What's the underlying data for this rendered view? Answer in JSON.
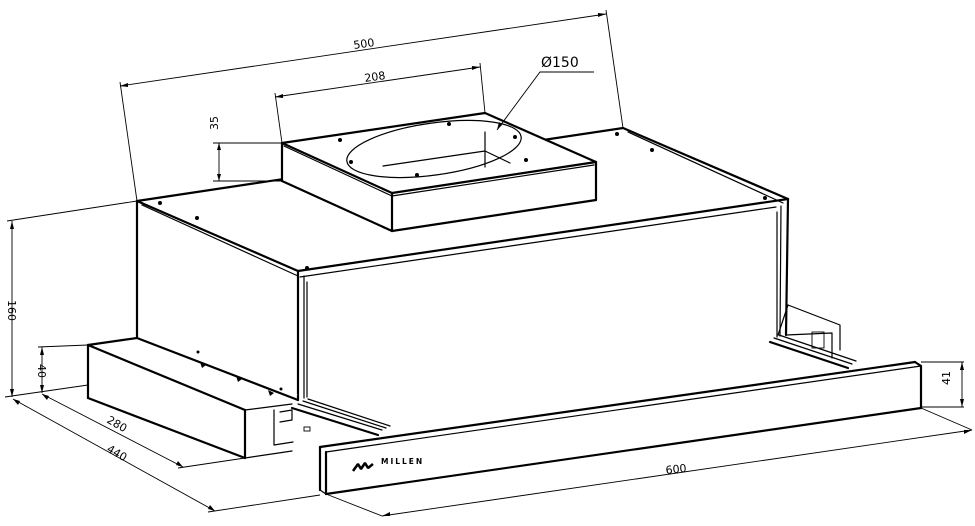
{
  "drawing": {
    "subject": "Telescopic range hood technical drawing",
    "brand_logo_text": "MILLEN",
    "dimensions": {
      "overall_width_top": "500",
      "outlet_box_width": "208",
      "outlet_diameter": "Ø150",
      "outlet_box_height": "35",
      "body_height": "160",
      "front_panel_height_left": "40",
      "body_depth": "280",
      "extended_depth": "440",
      "front_panel_width": "600",
      "front_panel_height_right": "41"
    },
    "colors": {
      "line": "#000000",
      "background": "#ffffff"
    }
  }
}
